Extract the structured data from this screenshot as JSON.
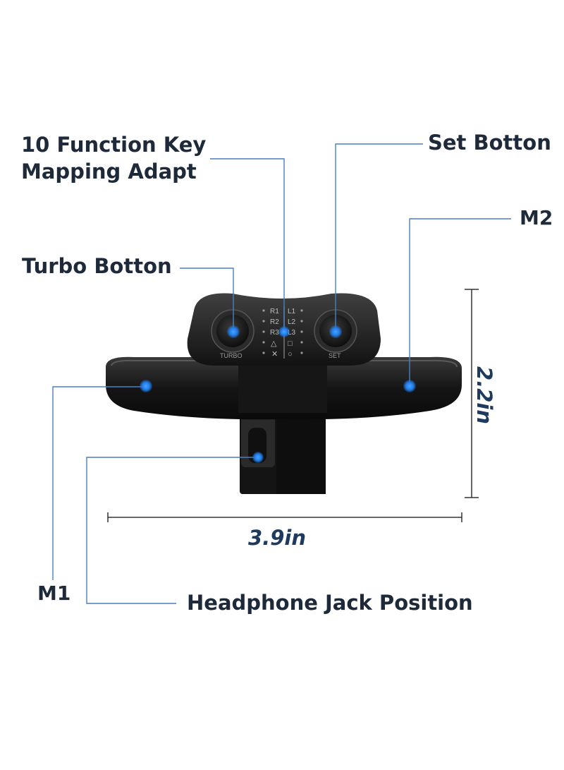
{
  "labels": {
    "function_key": [
      "10 Function Key",
      "Mapping Adapt"
    ],
    "set_button": "Set Botton",
    "m2": "M2",
    "turbo_button": "Turbo Botton",
    "m1": "M1",
    "headphone_jack": "Headphone Jack Position"
  },
  "dimensions": {
    "height": "2.2in",
    "width": "3.9in"
  },
  "device": {
    "turbo_text": "TURBO",
    "set_text": "SET",
    "key_left": [
      "R1",
      "R2",
      "R3"
    ],
    "key_right": [
      "L1",
      "L2",
      "L3"
    ],
    "shapes_left": [
      "△",
      "✕"
    ],
    "shapes_right": [
      "□",
      "○"
    ]
  },
  "colors": {
    "leader": "#4a7fc0",
    "dot": "#1f7be8",
    "body": "#1a1a1a"
  }
}
